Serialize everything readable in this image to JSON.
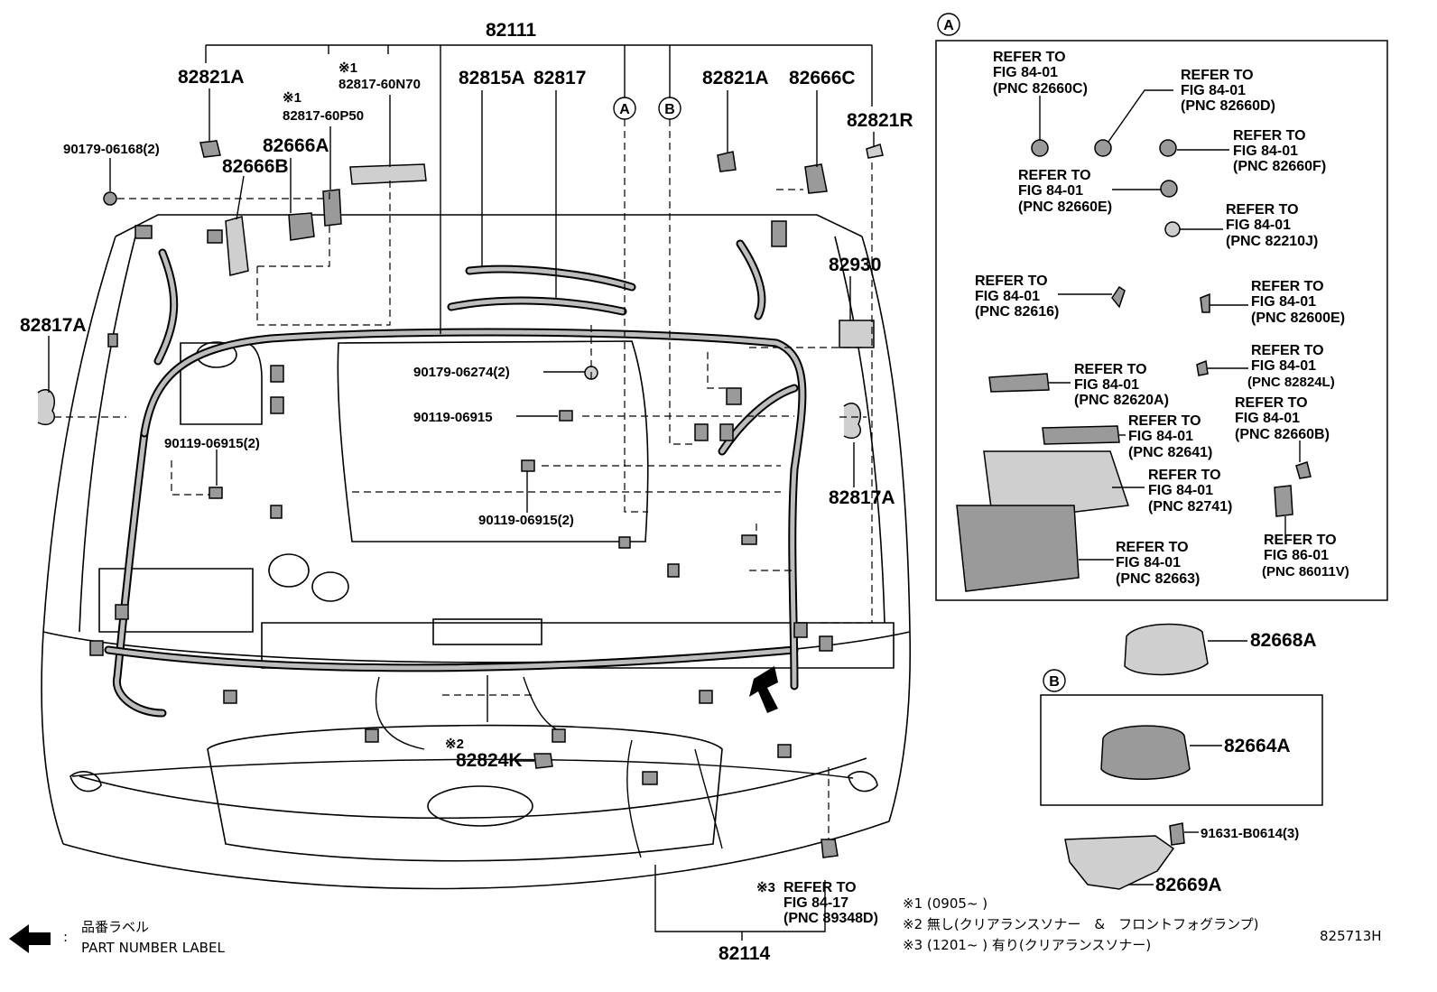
{
  "part_labels": {
    "main_harness": "82111",
    "p82821A_left": "82821A",
    "p82817_60N70_note": "※1",
    "p82817_60N70": "82817-60N70",
    "p82817_60P50_note": "※1",
    "p82817_60P50": "82817-60P50",
    "p82815A": "82815A",
    "p82817": "82817",
    "p82821A_right": "82821A",
    "p82666C": "82666C",
    "p82821R": "82821R",
    "p90179_06168": "90179-06168(2)",
    "p82666A": "82666A",
    "p82666B": "82666B",
    "p82817A_left": "82817A",
    "p82930": "82930",
    "p90179_06274": "90179-06274(2)",
    "p90119_06915_a": "90119-06915",
    "p90119_06915_b": "90119-06915(2)",
    "p90119_06915_c": "90119-06915(2)",
    "p82817A_right": "82817A",
    "p82824K_note": "※2",
    "p82824K": "82824K",
    "p82114": "82114",
    "p82668A": "82668A",
    "p82664A": "82664A",
    "p91631_B0614": "91631-B0614(3)",
    "p82669A": "82669A"
  },
  "callouts": {
    "A": "A",
    "B": "B"
  },
  "refer_to_89348D": {
    "mark": "※3",
    "line1": "REFER TO",
    "line2": "FIG 84-17",
    "line3": "(PNC 89348D)"
  },
  "inset_A": {
    "badge": "A",
    "refs": [
      {
        "line1": "REFER TO",
        "line2": "FIG 84-01",
        "line3": "(PNC 82660C)"
      },
      {
        "line1": "REFER TO",
        "line2": "FIG 84-01",
        "line3": "(PNC 82660D)"
      },
      {
        "line1": "REFER TO",
        "line2": "FIG 84-01",
        "line3": "(PNC 82660F)"
      },
      {
        "line1": "REFER TO",
        "line2": "FIG 84-01",
        "line3": "(PNC 82660E)"
      },
      {
        "line1": "REFER TO",
        "line2": "FIG 84-01",
        "line3": "(PNC 82210J)"
      },
      {
        "line1": "REFER TO",
        "line2": "FIG 84-01",
        "line3": "(PNC 82616)"
      },
      {
        "line1": "REFER TO",
        "line2": "FIG 84-01",
        "line3": "(PNC 82600E)"
      },
      {
        "line1": "REFER TO",
        "line2": "FIG 84-01",
        "line3": "(PNC 82824L)"
      },
      {
        "line1": "REFER TO",
        "line2": "FIG 84-01",
        "line3": "(PNC 82620A)"
      },
      {
        "line1": "REFER TO",
        "line2": "FIG 84-01",
        "line3": "(PNC 82660B)"
      },
      {
        "line1": "REFER TO",
        "line2": "FIG 84-01",
        "line3": "(PNC 82641)"
      },
      {
        "line1": "REFER TO",
        "line2": "FIG 84-01",
        "line3": "(PNC 82741)"
      },
      {
        "line1": "REFER TO",
        "line2": "FIG 84-01",
        "line3": "(PNC 82663)"
      },
      {
        "line1": "REFER TO",
        "line2": "FIG 86-01",
        "line3": "(PNC 86011V)"
      }
    ]
  },
  "inset_B": {
    "badge": "B"
  },
  "notes": {
    "n1": "※1 (0905~      )",
    "n2": "※2 無し(クリアランスソナー　&　フロントフォグランプ)",
    "n3": "※3 (1201~      ) 有り(クリアランスソナー)"
  },
  "legend": {
    "jp": "品番ラベル",
    "colon": ":",
    "en": "PART NUMBER LABEL"
  },
  "drawing_number": "825713H"
}
